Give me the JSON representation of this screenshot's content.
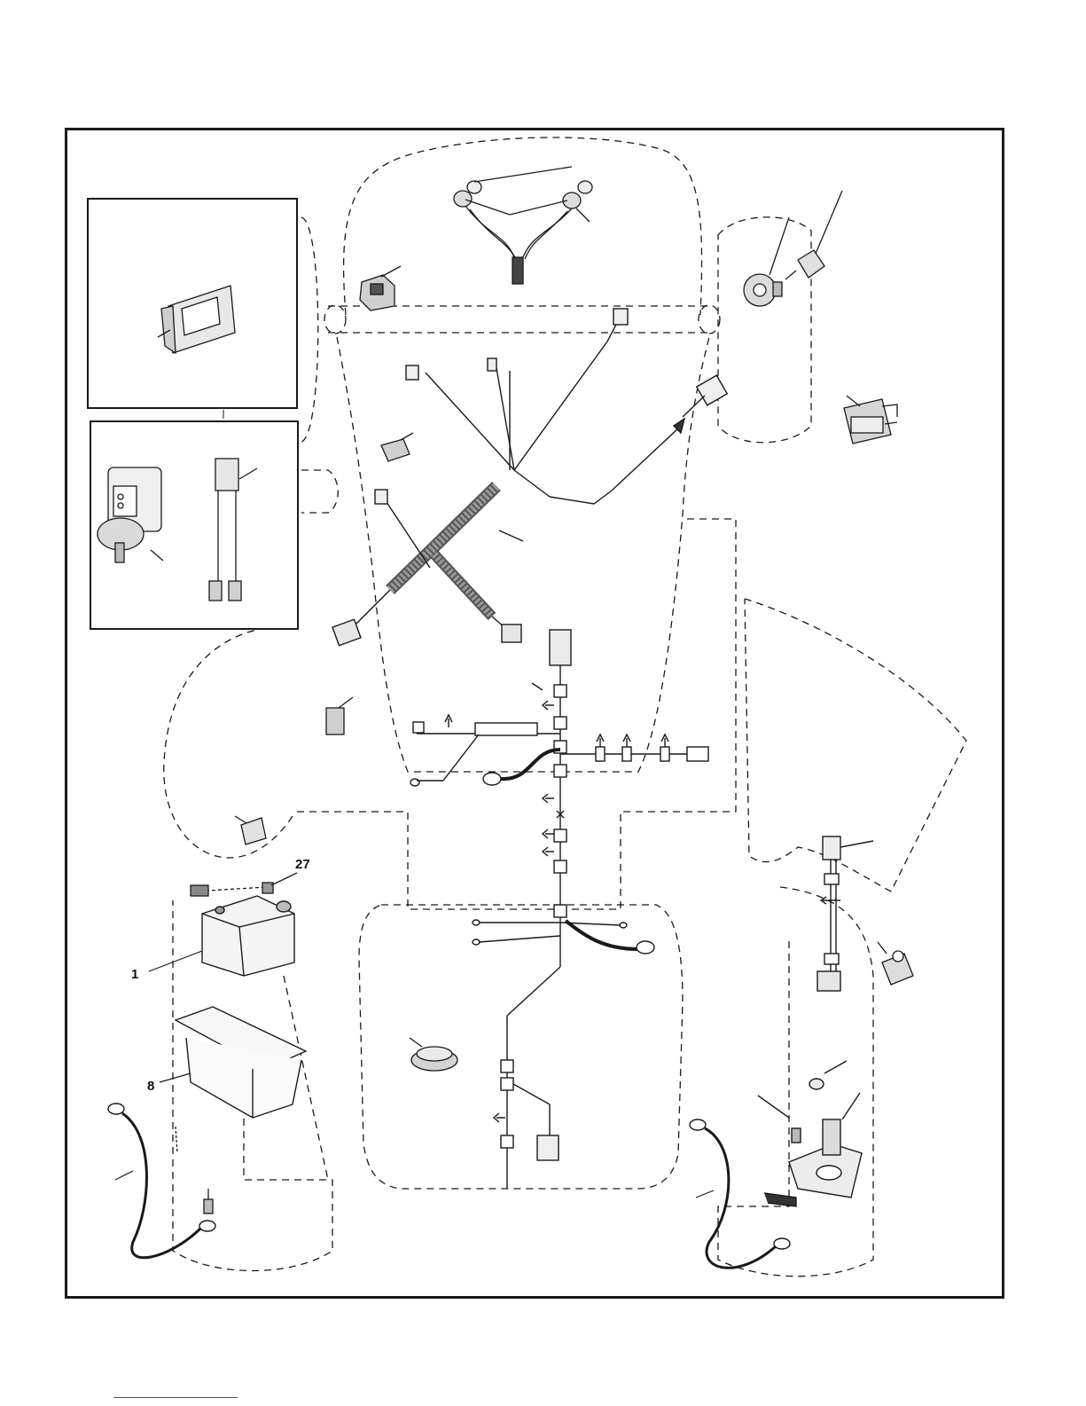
{
  "diagram": {
    "callouts": [
      {
        "id": "battery",
        "label": "1"
      },
      {
        "id": "battery-box",
        "label": "8"
      },
      {
        "id": "battery-bolt",
        "label": "27"
      }
    ]
  }
}
